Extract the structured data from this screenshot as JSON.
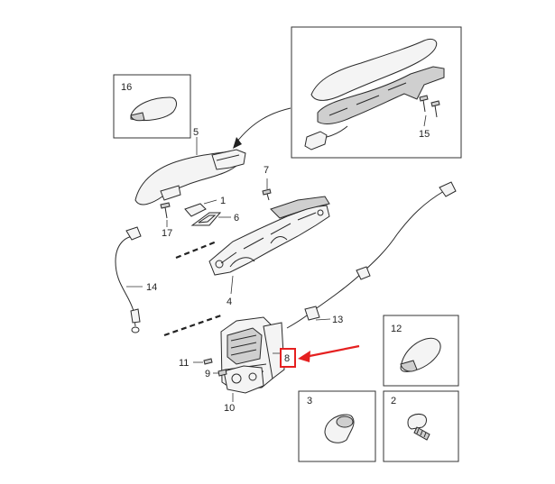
{
  "callouts": {
    "c1": "1",
    "c2": "2",
    "c3": "3",
    "c4": "4",
    "c5": "5",
    "c6": "6",
    "c7": "7",
    "c8": "8",
    "c9": "9",
    "c10": "10",
    "c11": "11",
    "c12": "12",
    "c13": "13",
    "c14": "14",
    "c15": "15",
    "c16": "16",
    "c17": "17"
  },
  "highlight": {
    "part": "8",
    "color": "#e52020"
  }
}
